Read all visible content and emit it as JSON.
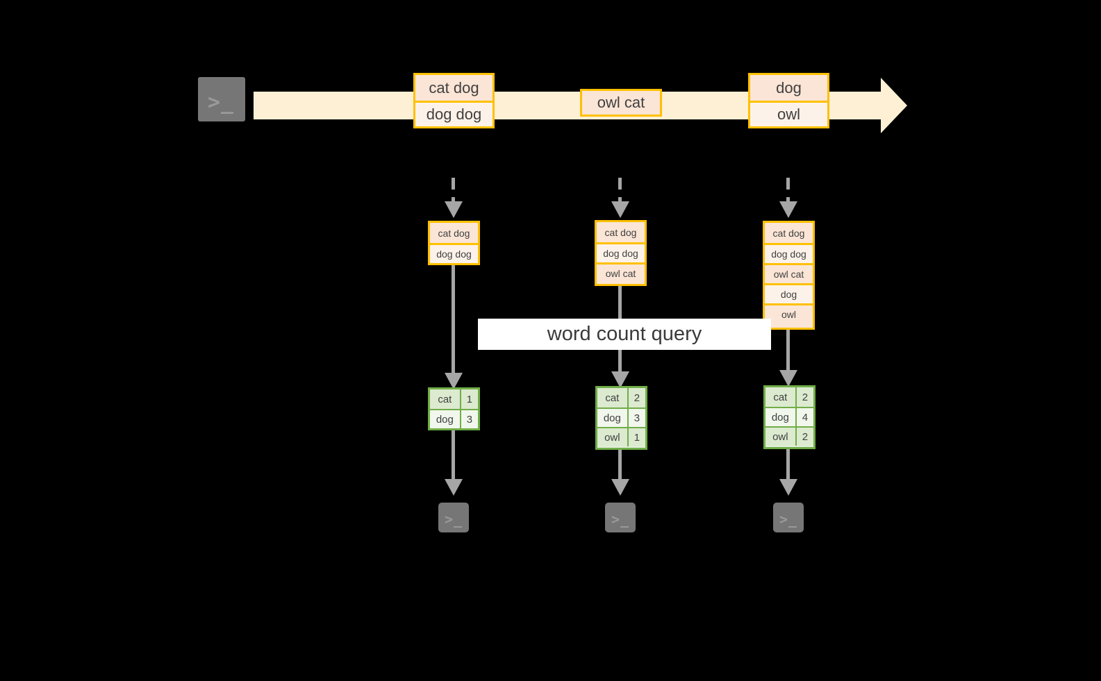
{
  "diagram": {
    "title_label": "word count query",
    "colors": {
      "stream_band": "#fdf0d5",
      "record_border": "#ffc000",
      "record_fill_dark": "#fbe5d6",
      "record_fill_light": "#fdf2e9",
      "table_border": "#70ad47",
      "table_fill_dark": "#dcead0",
      "table_fill_light": "#f1f7ec",
      "arrow_gray": "#a6a6a6",
      "terminal_fill": "#767676",
      "background": "#000000"
    },
    "source": {
      "icon": "terminal-icon",
      "prompt": ">_"
    },
    "stream": {
      "direction": "left-to-right",
      "events": [
        {
          "id": "event-1",
          "lines": [
            "cat dog",
            "dog dog"
          ]
        },
        {
          "id": "event-2",
          "lines": [
            "owl cat"
          ]
        },
        {
          "id": "event-3",
          "lines": [
            "dog",
            "owl"
          ]
        }
      ]
    },
    "snapshots": [
      {
        "id": "snapshot-1",
        "lines": [
          "cat dog",
          "dog dog"
        ],
        "result": {
          "rows": [
            {
              "word": "cat",
              "count": "1"
            },
            {
              "word": "dog",
              "count": "3"
            }
          ]
        },
        "sink": {
          "icon": "terminal-icon",
          "prompt": ">_"
        }
      },
      {
        "id": "snapshot-2",
        "lines": [
          "cat dog",
          "dog dog",
          "owl cat"
        ],
        "result": {
          "rows": [
            {
              "word": "cat",
              "count": "2"
            },
            {
              "word": "dog",
              "count": "3"
            },
            {
              "word": "owl",
              "count": "1"
            }
          ]
        },
        "sink": {
          "icon": "terminal-icon",
          "prompt": ">_"
        }
      },
      {
        "id": "snapshot-3",
        "lines": [
          "cat dog",
          "dog dog",
          "owl cat",
          "dog",
          "owl"
        ],
        "result": {
          "rows": [
            {
              "word": "cat",
              "count": "2"
            },
            {
              "word": "dog",
              "count": "4"
            },
            {
              "word": "owl",
              "count": "2"
            }
          ]
        },
        "sink": {
          "icon": "terminal-icon",
          "prompt": ">_"
        }
      }
    ]
  }
}
